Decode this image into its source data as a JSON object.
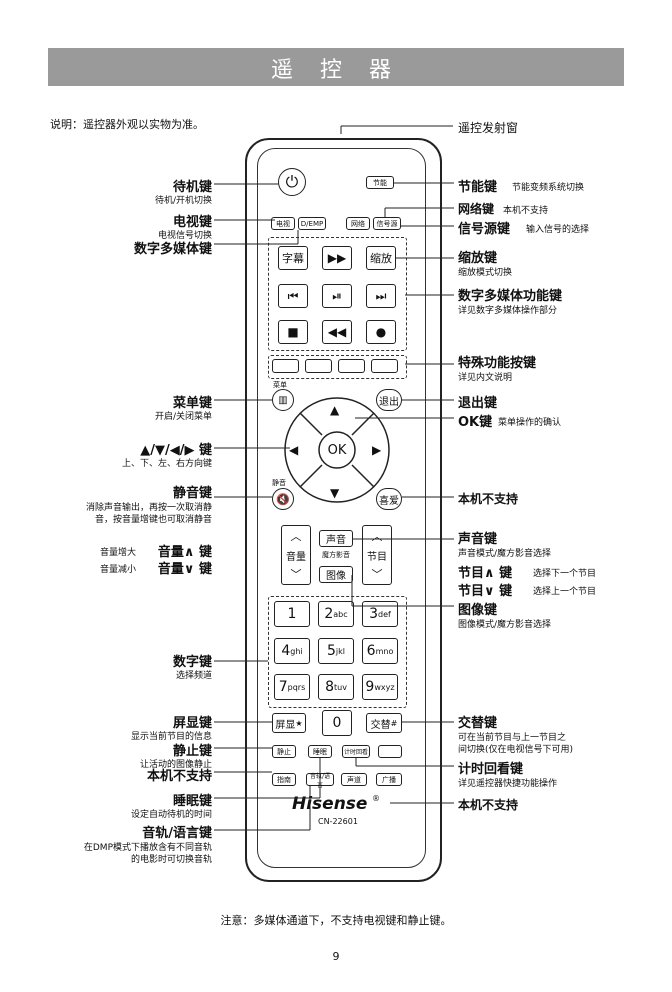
{
  "title": "遥 控 器",
  "note": "说明：遥控器外观以实物为准。",
  "footer_note": "注意：多媒体通道下，不支持电视键和静止键。",
  "page_number": "9",
  "remote": {
    "brand": "Hisense",
    "model": "CN-22601",
    "buttons": {
      "energy": "节能",
      "tv": "电视",
      "dmp": "D/EMP",
      "network": "网络",
      "source": "信号源",
      "subtitle": "字幕",
      "zoom": "缩放",
      "menu_top": "菜单",
      "exit": "退出",
      "ok": "OK",
      "mute_top": "静音",
      "favorite": "喜爱",
      "vol": "音量",
      "sound": "声音",
      "magic": "魔方影音",
      "prog": "节目",
      "picture": "图像",
      "n1": "1",
      "n2": "2",
      "n2s": "abc",
      "n3": "3",
      "n3s": "def",
      "n4": "4",
      "n4s": "ghi",
      "n5": "5",
      "n5s": "jkl",
      "n6": "6",
      "n6s": "mno",
      "n7": "7",
      "n7s": "pqrs",
      "n8": "8",
      "n8s": "tuv",
      "n9": "9",
      "n9s": "wxyz",
      "n0": "0",
      "display": "屏显",
      "display_sym": "★",
      "swap": "交替",
      "swap_sym": "#",
      "freeze": "静止",
      "sleep": "睡眠",
      "timer": "计时回看",
      "guide": "指南",
      "audio": "音轨/语言",
      "channel": "声道",
      "broadcast": "广播"
    }
  },
  "labels": {
    "emitter": "遥控发射窗",
    "standby": "待机键",
    "standby_d": "待机/开机切换",
    "tv": "电视键",
    "tv_d": "电视信号切换",
    "dmp": "数字多媒体键",
    "energy": "节能键",
    "energy_d": "节能变频系统切换",
    "network": "网络键",
    "network_d": "本机不支持",
    "source": "信号源键",
    "source_d": "输入信号的选择",
    "zoom": "缩放键",
    "zoom_d": "缩放模式切换",
    "dmpfunc": "数字多媒体功能键",
    "dmpfunc_d": "详见数字多媒体操作部分",
    "special": "特殊功能按键",
    "special_d": "详见内文说明",
    "menu": "菜单键",
    "menu_d": "开启/关闭菜单",
    "exit": "退出键",
    "ok": "OK键",
    "ok_d": "菜单操作的确认",
    "arrows": "▲/▼/◀/▶ 键",
    "arrows_d": "上、下、左、右方向键",
    "mute": "静音键",
    "mute_d1": "消除声音输出，再按一次取消静",
    "mute_d2": "音，按音量增键也可取消静音",
    "unsupported1": "本机不支持",
    "sound": "声音键",
    "sound_d": "声音模式/魔方影音选择",
    "volup_d": "音量增大",
    "volup": "音量∧ 键",
    "voldn_d": "音量减小",
    "voldn": "音量∨ 键",
    "progup": "节目∧ 键",
    "progup_d": "选择下一个节目",
    "progdn": "节目∨ 键",
    "progdn_d": "选择上一个节目",
    "picture": "图像键",
    "picture_d": "图像模式/魔方影音选择",
    "digits": "数字键",
    "digits_d": "选择频道",
    "display": "屏显键",
    "display_d": "显示当前节目的信息",
    "swap": "交替键",
    "swap_d1": "可在当前节目与上一节目之",
    "swap_d2": "间切换(仅在电视信号下可用)",
    "freeze": "静止键",
    "freeze_d": "让活动的图像静止",
    "unsupported2": "本机不支持",
    "timer": "计时回看键",
    "timer_d": "详见遥控器快捷功能操作",
    "sleep": "睡眠键",
    "sleep_d": "设定自动待机的时间",
    "unsupported3": "本机不支持",
    "audio": "音轨/语言键",
    "audio_d1": "在DMP模式下播放含有不同音轨",
    "audio_d2": "的电影时可切换音轨"
  }
}
